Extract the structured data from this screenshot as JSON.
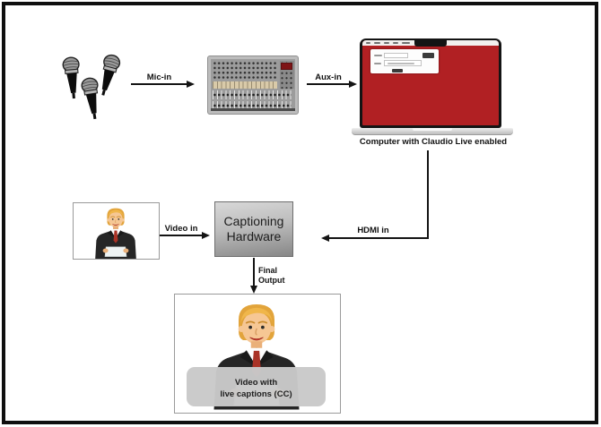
{
  "diagram": {
    "labels": {
      "mic_in": "Mic-in",
      "aux_in": "Aux-in",
      "computer_caption": "Computer with Claudio Live enabled",
      "video_in": "Video in",
      "hdmi_in": "HDMI in",
      "captioning_hardware": "Captioning Hardware",
      "final_output": "Final Output",
      "output_caption_line1": "Video with",
      "output_caption_line2": "live captions (CC)"
    },
    "icons": {
      "microphones": "microphone-icon",
      "mixer": "audio-mixer-icon",
      "computer": "laptop-icon",
      "presenter": "news-anchor-icon",
      "output": "news-anchor-icon"
    },
    "colors": {
      "laptop_screen": "#b12023",
      "hardware_box_top": "#d8d8d8",
      "hardware_box_bottom": "#878787",
      "caption_bar": "#c9c9c9",
      "arrow": "#141414"
    }
  }
}
